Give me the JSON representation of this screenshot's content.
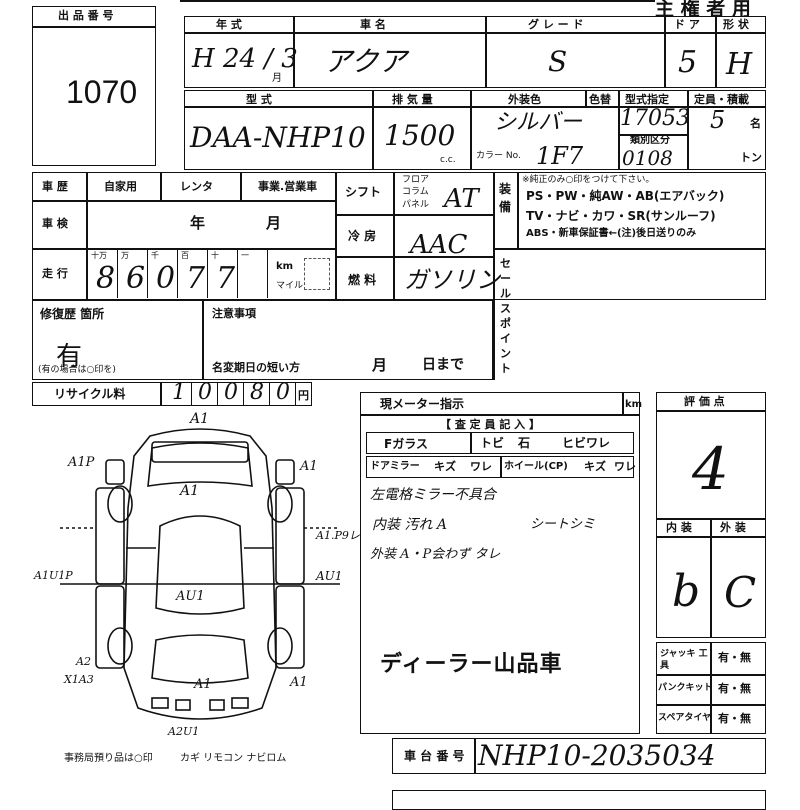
{
  "header": {
    "title": "主 権 者 用"
  },
  "lot": {
    "label": "出 品 番 号",
    "number": "1070"
  },
  "car": {
    "year_label": "年 式",
    "name_label": "車 名",
    "grade_label": "グ レ ー ド",
    "door_label": "ド ア",
    "shape_label": "形 状",
    "year_value": "H 24 / 3",
    "year_unit": "月",
    "name_value": "アクア",
    "grade_value": "S",
    "door_value": "5",
    "shape_value": "H",
    "model_label": "型 式",
    "displacement_label": "排 気 量",
    "exterior_color_label": "外装色",
    "color_label": "色替",
    "model_designation_label": "型式指定",
    "capacity_label": "定員・積載",
    "model_value": "DAA-NHP10",
    "displacement_value": "1500",
    "cc_unit": "c.c.",
    "exterior_color_value": "シルバー",
    "color_no_label": "カラー No.",
    "color_no_value": "1F7",
    "model_designation_value": "17053",
    "category_label": "類別区分",
    "category_value": "0108",
    "capacity_value": "5",
    "capacity_unit": "名",
    "ton_unit": "トン"
  },
  "history": {
    "label": "車 歴",
    "private": "自家用",
    "rental": "レンタ",
    "business": "事業.営業車",
    "inspection_label": "車 検",
    "year_unit": "年",
    "month_unit": "月",
    "mileage_label": "走 行",
    "digit_labels": [
      "十万",
      "万",
      "千",
      "百",
      "十",
      "一"
    ],
    "mileage_digits": [
      "8",
      "6",
      "0",
      "7",
      "7"
    ],
    "km_unit": "km",
    "mile_unit": "マイル"
  },
  "specs": {
    "shift_label": "シフト",
    "shift_opts": [
      "フロア",
      "コラム",
      "パネル"
    ],
    "shift_value": "AT",
    "ac_label": "冷 房",
    "ac_value": "AAC",
    "fuel_label": "燃 料",
    "fuel_value": "ガソリン"
  },
  "equipment": {
    "label": "装 備",
    "note": "※純正のみ○印をつけて下さい。",
    "line1": "PS・PW・純AW・AB(エアバック)",
    "line2": "TV・ナビ・カワ・SR(サンルーフ)",
    "line3": "ABS・新車保証書←(注)後日送りのみ"
  },
  "sales_point": {
    "label": "セールスポイント"
  },
  "repair": {
    "label": "修復歴 箇所",
    "value": "有",
    "note": "(有の場合は○印を)"
  },
  "notes": {
    "label": "注意事項",
    "name_change_label": "名変期日の短い方",
    "month_unit": "月",
    "day_until": "日まで"
  },
  "recycle": {
    "label": "リサイクル料",
    "digits": [
      "1",
      "0",
      "0",
      "8",
      "0"
    ],
    "yen": "円"
  },
  "inspection": {
    "meter_label": "現メーター指示",
    "km_unit": "km",
    "inspector_label": "【 査 定 員 記 入 】",
    "glass_label": "Fガラス",
    "glass_opts": [
      "トビ",
      "石",
      "ヒビワレ"
    ],
    "mirror_label": "ドアミラー",
    "mirror_opts": [
      "キズ",
      "ワレ"
    ],
    "wheel_label": "ホイール(CP)",
    "wheel_opts": [
      "キズ",
      "ワレ"
    ],
    "remark1": "左電格ミラー不具合",
    "remark2": "内装 汚れ A",
    "remark2b": "シートシミ",
    "remark3": "外装 A・P会わず タレ",
    "stamp": "ディーラー山品車"
  },
  "rating": {
    "label": "評 価 点",
    "value": "4",
    "interior_label": "内 装",
    "exterior_label": "外 装",
    "interior_value": "b",
    "exterior_value": "C"
  },
  "accessories": {
    "jack_label": "ジャッキ 工 具",
    "puncture_label": "パンクキット",
    "spare_label": "スペアタイヤ",
    "yes_no": "有・無"
  },
  "chassis": {
    "label": "車 台 番 号",
    "value": "NHP10-2035034"
  },
  "diagram": {
    "marks": [
      "A1",
      "A1",
      "A1P",
      "A1",
      "A1.P9レ",
      "A1U1P",
      "AU1",
      "AU1",
      "A2",
      "X1A3",
      "A1",
      "A2U1",
      "A1"
    ],
    "office_note": "事務局預り品は○印",
    "items": "カギ リモコン ナビロム"
  }
}
